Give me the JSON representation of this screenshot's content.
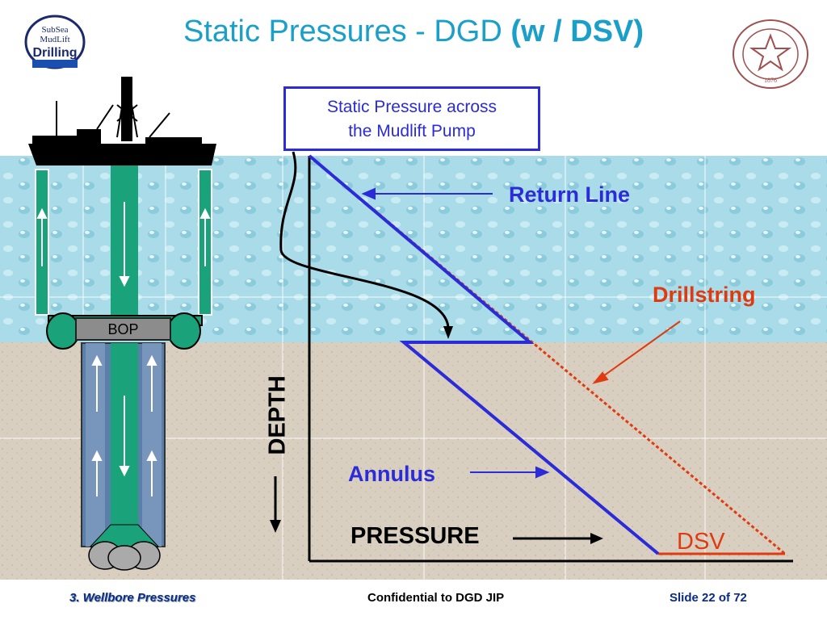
{
  "title": {
    "main": "Static Pressures - DGD ",
    "bold_w": "(w / ",
    "bold_dsv": "DSV)"
  },
  "callout": {
    "line1": "Static Pressure across",
    "line2": "the Mudlift Pump"
  },
  "labels": {
    "return_line": "Return Line",
    "drillstring": "Drillstring",
    "annulus": "Annulus",
    "pressure": "PRESSURE",
    "depth": "DEPTH",
    "dsv": "DSV",
    "bop": "BOP"
  },
  "logos": {
    "left": {
      "line1": "SubSea",
      "line2": "MudLift",
      "line3": "Drilling"
    },
    "right": {
      "year": "1876"
    }
  },
  "footer": {
    "section": "3. Wellbore Pressures",
    "confidential": "Confidential to DGD JIP",
    "slide": "Slide 22 of 72"
  },
  "colors": {
    "title": "#1aa0c8",
    "blue_line": "#2b2bd8",
    "red": "#e03a10",
    "sea": "#a8dce8",
    "ground": "#d8cdbd"
  }
}
